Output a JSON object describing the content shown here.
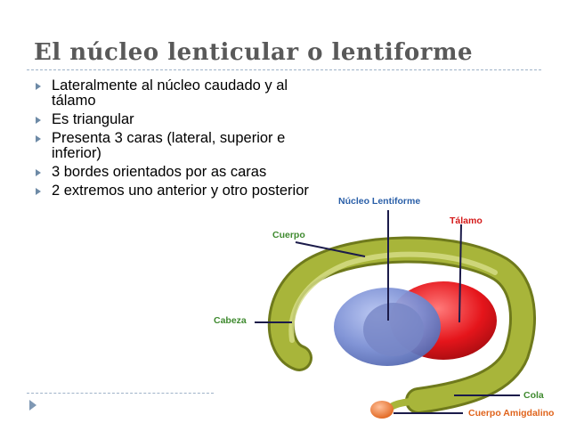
{
  "slide": {
    "title": "El núcleo lenticular o lentiforme",
    "bullets": [
      "Lateralmente al núcleo caudado y al tálamo",
      "Es triangular",
      "Presenta 3 caras (lateral, superior e inferior)",
      "3 bordes orientados por as caras",
      "2 extremos uno anterior y otro posterior"
    ]
  },
  "diagram": {
    "labels": {
      "nucleo": "Núcleo Lentiforme",
      "talamo": "Tálamo",
      "cuerpo": "Cuerpo",
      "cabeza": "Cabeza",
      "cola": "Cola",
      "amigdalino": "Cuerpo Amigdalino"
    },
    "colors": {
      "caudate": "#a8b53a",
      "lentiform": "#7b8fd4",
      "thalamus": "#e5151b",
      "amygdala": "#f07a3c",
      "label_blue": "#2a5fa8",
      "label_green": "#3f8a2f",
      "label_red": "#d41919",
      "label_orange": "#e0641c"
    }
  }
}
